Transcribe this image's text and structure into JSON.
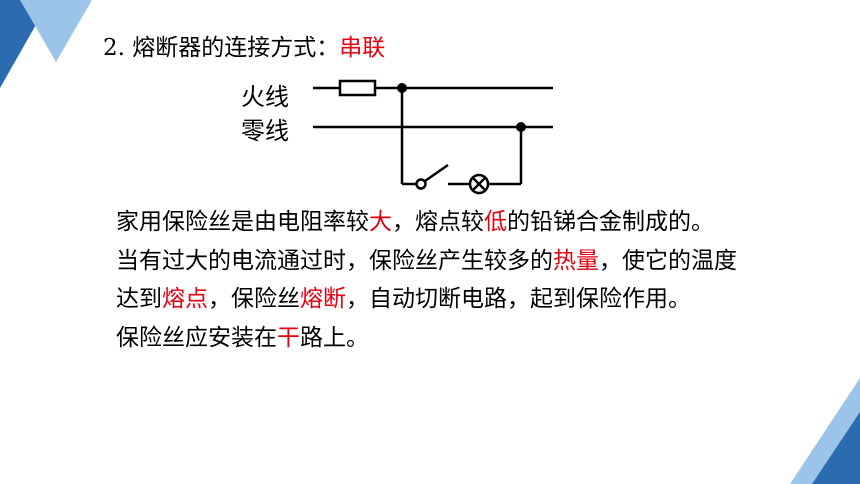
{
  "title": {
    "number": "2.",
    "text": "熔断器的连接方式：",
    "answer": "串联"
  },
  "diagram": {
    "live_wire_label": "火线",
    "neutral_wire_label": "零线"
  },
  "paragraphs": {
    "p1": {
      "a": "家用保险丝是由电阻率较",
      "b": "大",
      "c": "，熔点较",
      "d": "低",
      "e": "的铅锑合金制成的。"
    },
    "p2": {
      "a": "当有过大的电流通过时，保险丝产生较多的",
      "b": "热量",
      "c": "，使它的温度达到",
      "d": "熔点",
      "e": "，保险丝",
      "f": "熔断",
      "g": "，自动切断电路，起到保险作用。"
    },
    "p3": {
      "a": "保险丝应安装在",
      "b": "干",
      "c": "路上。"
    }
  },
  "colors": {
    "accent_red": "#e60012",
    "deco_blue_dark": "#2b6cb0",
    "deco_blue_light": "#9cc3e8"
  }
}
